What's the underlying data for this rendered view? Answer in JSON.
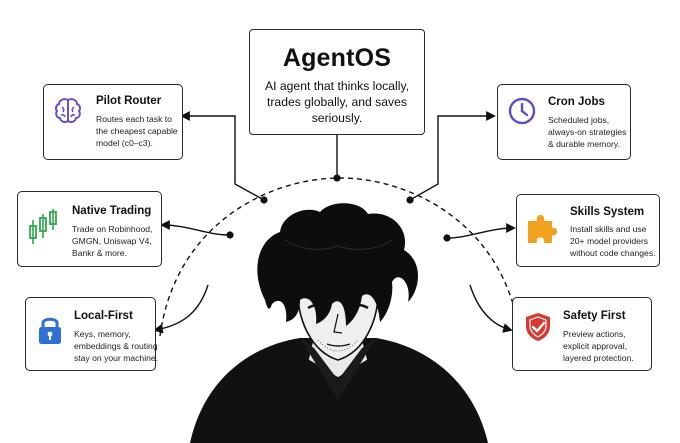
{
  "center": {
    "title": "AgentOS",
    "tagline": [
      "AI agent that thinks locally,",
      "trades globally, and saves",
      "seriously."
    ]
  },
  "features": {
    "pilot_router": {
      "title": "Pilot Router",
      "desc": [
        "Routes each task to",
        "the cheapest capable",
        "model (c0–c3)."
      ],
      "icon": "brain-icon",
      "color": "#6a4fc9"
    },
    "native_trading": {
      "title": "Native Trading",
      "desc": [
        "Trade on Robinhood,",
        "GMGN, Uniswap V4,",
        "Bankr & more."
      ],
      "icon": "candlestick-chart-icon",
      "color": "#2fa84f"
    },
    "local_first": {
      "title": "Local-First",
      "desc": [
        "Keys, memory,",
        "embeddings & routing",
        "stay on your machine."
      ],
      "icon": "lock-icon",
      "color": "#2f6fd6"
    },
    "cron_jobs": {
      "title": "Cron Jobs",
      "desc": [
        "Scheduled jobs,",
        "always-on strategies",
        "& durable memory."
      ],
      "icon": "clock-icon",
      "color": "#5a4fc4"
    },
    "skills_system": {
      "title": "Skills System",
      "desc": [
        "Install skills and use",
        "20+ model providers",
        "without code changes."
      ],
      "icon": "puzzle-icon",
      "color": "#f0a21e"
    },
    "safety_first": {
      "title": "Safety First",
      "desc": [
        "Preview actions,",
        "explicit approval,",
        "layered protection."
      ],
      "icon": "shield-check-icon",
      "color": "#d63a32"
    }
  },
  "colors": {
    "ink": "#111111",
    "border": "#2a2a2a",
    "background": "#ffffff"
  }
}
